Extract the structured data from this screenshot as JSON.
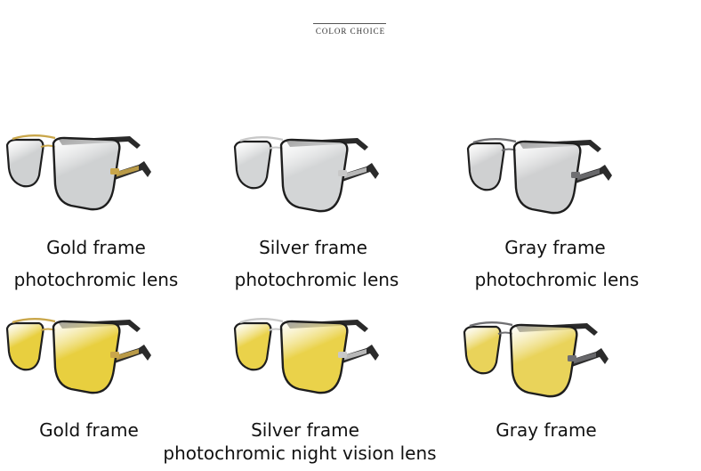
{
  "header": {
    "title": "COLOR CHOICE"
  },
  "products": [
    {
      "frame_label": "Gold frame",
      "lens_label": "photochromic lens",
      "frame_color": "#c9a64a",
      "lens_color": "#cfd1d2",
      "icon": "sunglasses-icon"
    },
    {
      "frame_label": "Silver frame",
      "lens_label": "photochromic lens",
      "frame_color": "#c8c8c8",
      "lens_color": "#d3d5d6",
      "icon": "sunglasses-icon"
    },
    {
      "frame_label": "Gray frame",
      "lens_label": "photochromic lens",
      "frame_color": "#6f6f72",
      "lens_color": "#cfd0d1",
      "icon": "sunglasses-icon"
    },
    {
      "frame_label": "Gold frame",
      "frame_color": "#c9a64a",
      "lens_color": "#e8cf3f",
      "icon": "sunglasses-icon"
    },
    {
      "frame_label": "Silver frame",
      "frame_color": "#c8c8c8",
      "lens_color": "#ead24a",
      "icon": "sunglasses-icon"
    },
    {
      "frame_label": "Gray frame",
      "frame_color": "#6f6f72",
      "lens_color": "#e9d35a",
      "icon": "sunglasses-icon"
    }
  ],
  "shared_caption": "photochromic night vision lens"
}
